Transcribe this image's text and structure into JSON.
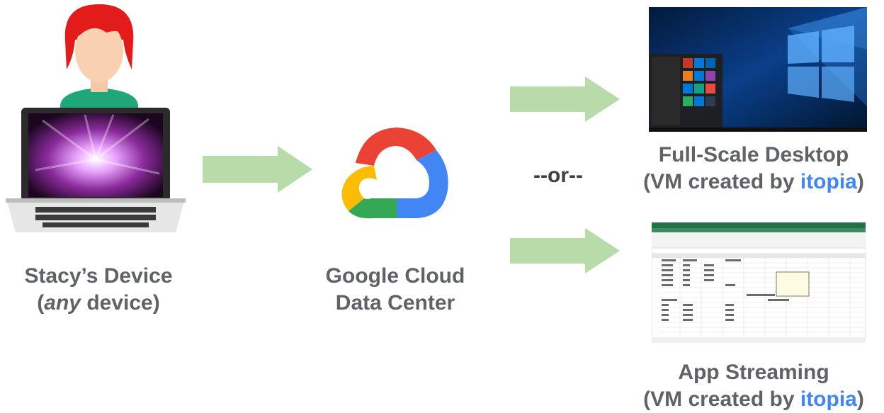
{
  "device": {
    "line1": "Stacy’s Device",
    "line2_open": "(",
    "line2_em": "any",
    "line2_rest": " device)"
  },
  "cloud": {
    "line1": "Google Cloud",
    "line2": "Data Center"
  },
  "separator": "--or--",
  "desktop": {
    "line1": "Full-Scale Desktop",
    "line2_prefix": "(VM created by ",
    "brand": "itopia",
    "line2_suffix": ")"
  },
  "streaming": {
    "line1": "App Streaming",
    "line2_prefix": "(VM created by ",
    "brand": "itopia",
    "line2_suffix": ")"
  },
  "colors": {
    "arrow": "#b7dcaa",
    "label": "#5f6368",
    "brand": "#4285f4",
    "google_red": "#ea4335",
    "google_blue": "#4285f4",
    "google_yellow": "#fbbc04",
    "google_green": "#34a853"
  }
}
